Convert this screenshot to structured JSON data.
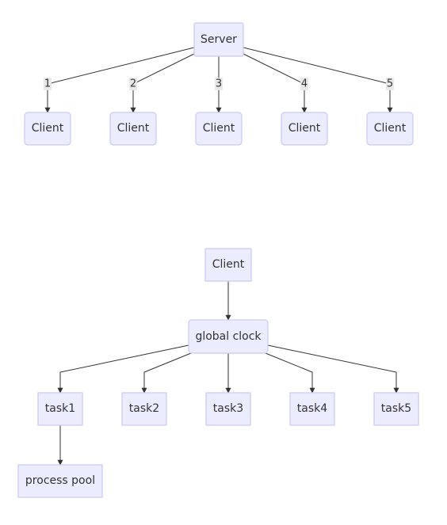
{
  "diagram_top": {
    "root": "Server",
    "clients": [
      "Client",
      "Client",
      "Client",
      "Client",
      "Client"
    ],
    "edge_labels": [
      "1",
      "2",
      "3",
      "4",
      "5"
    ]
  },
  "diagram_bottom": {
    "root": "Client",
    "hub": "global clock",
    "tasks": [
      "task1",
      "task2",
      "task3",
      "task4",
      "task5"
    ],
    "leaf": "process pool"
  },
  "colors": {
    "node_fill": "#ECECFF",
    "node_stroke": "#C9C9F5",
    "line": "#333333",
    "text": "#333333"
  }
}
